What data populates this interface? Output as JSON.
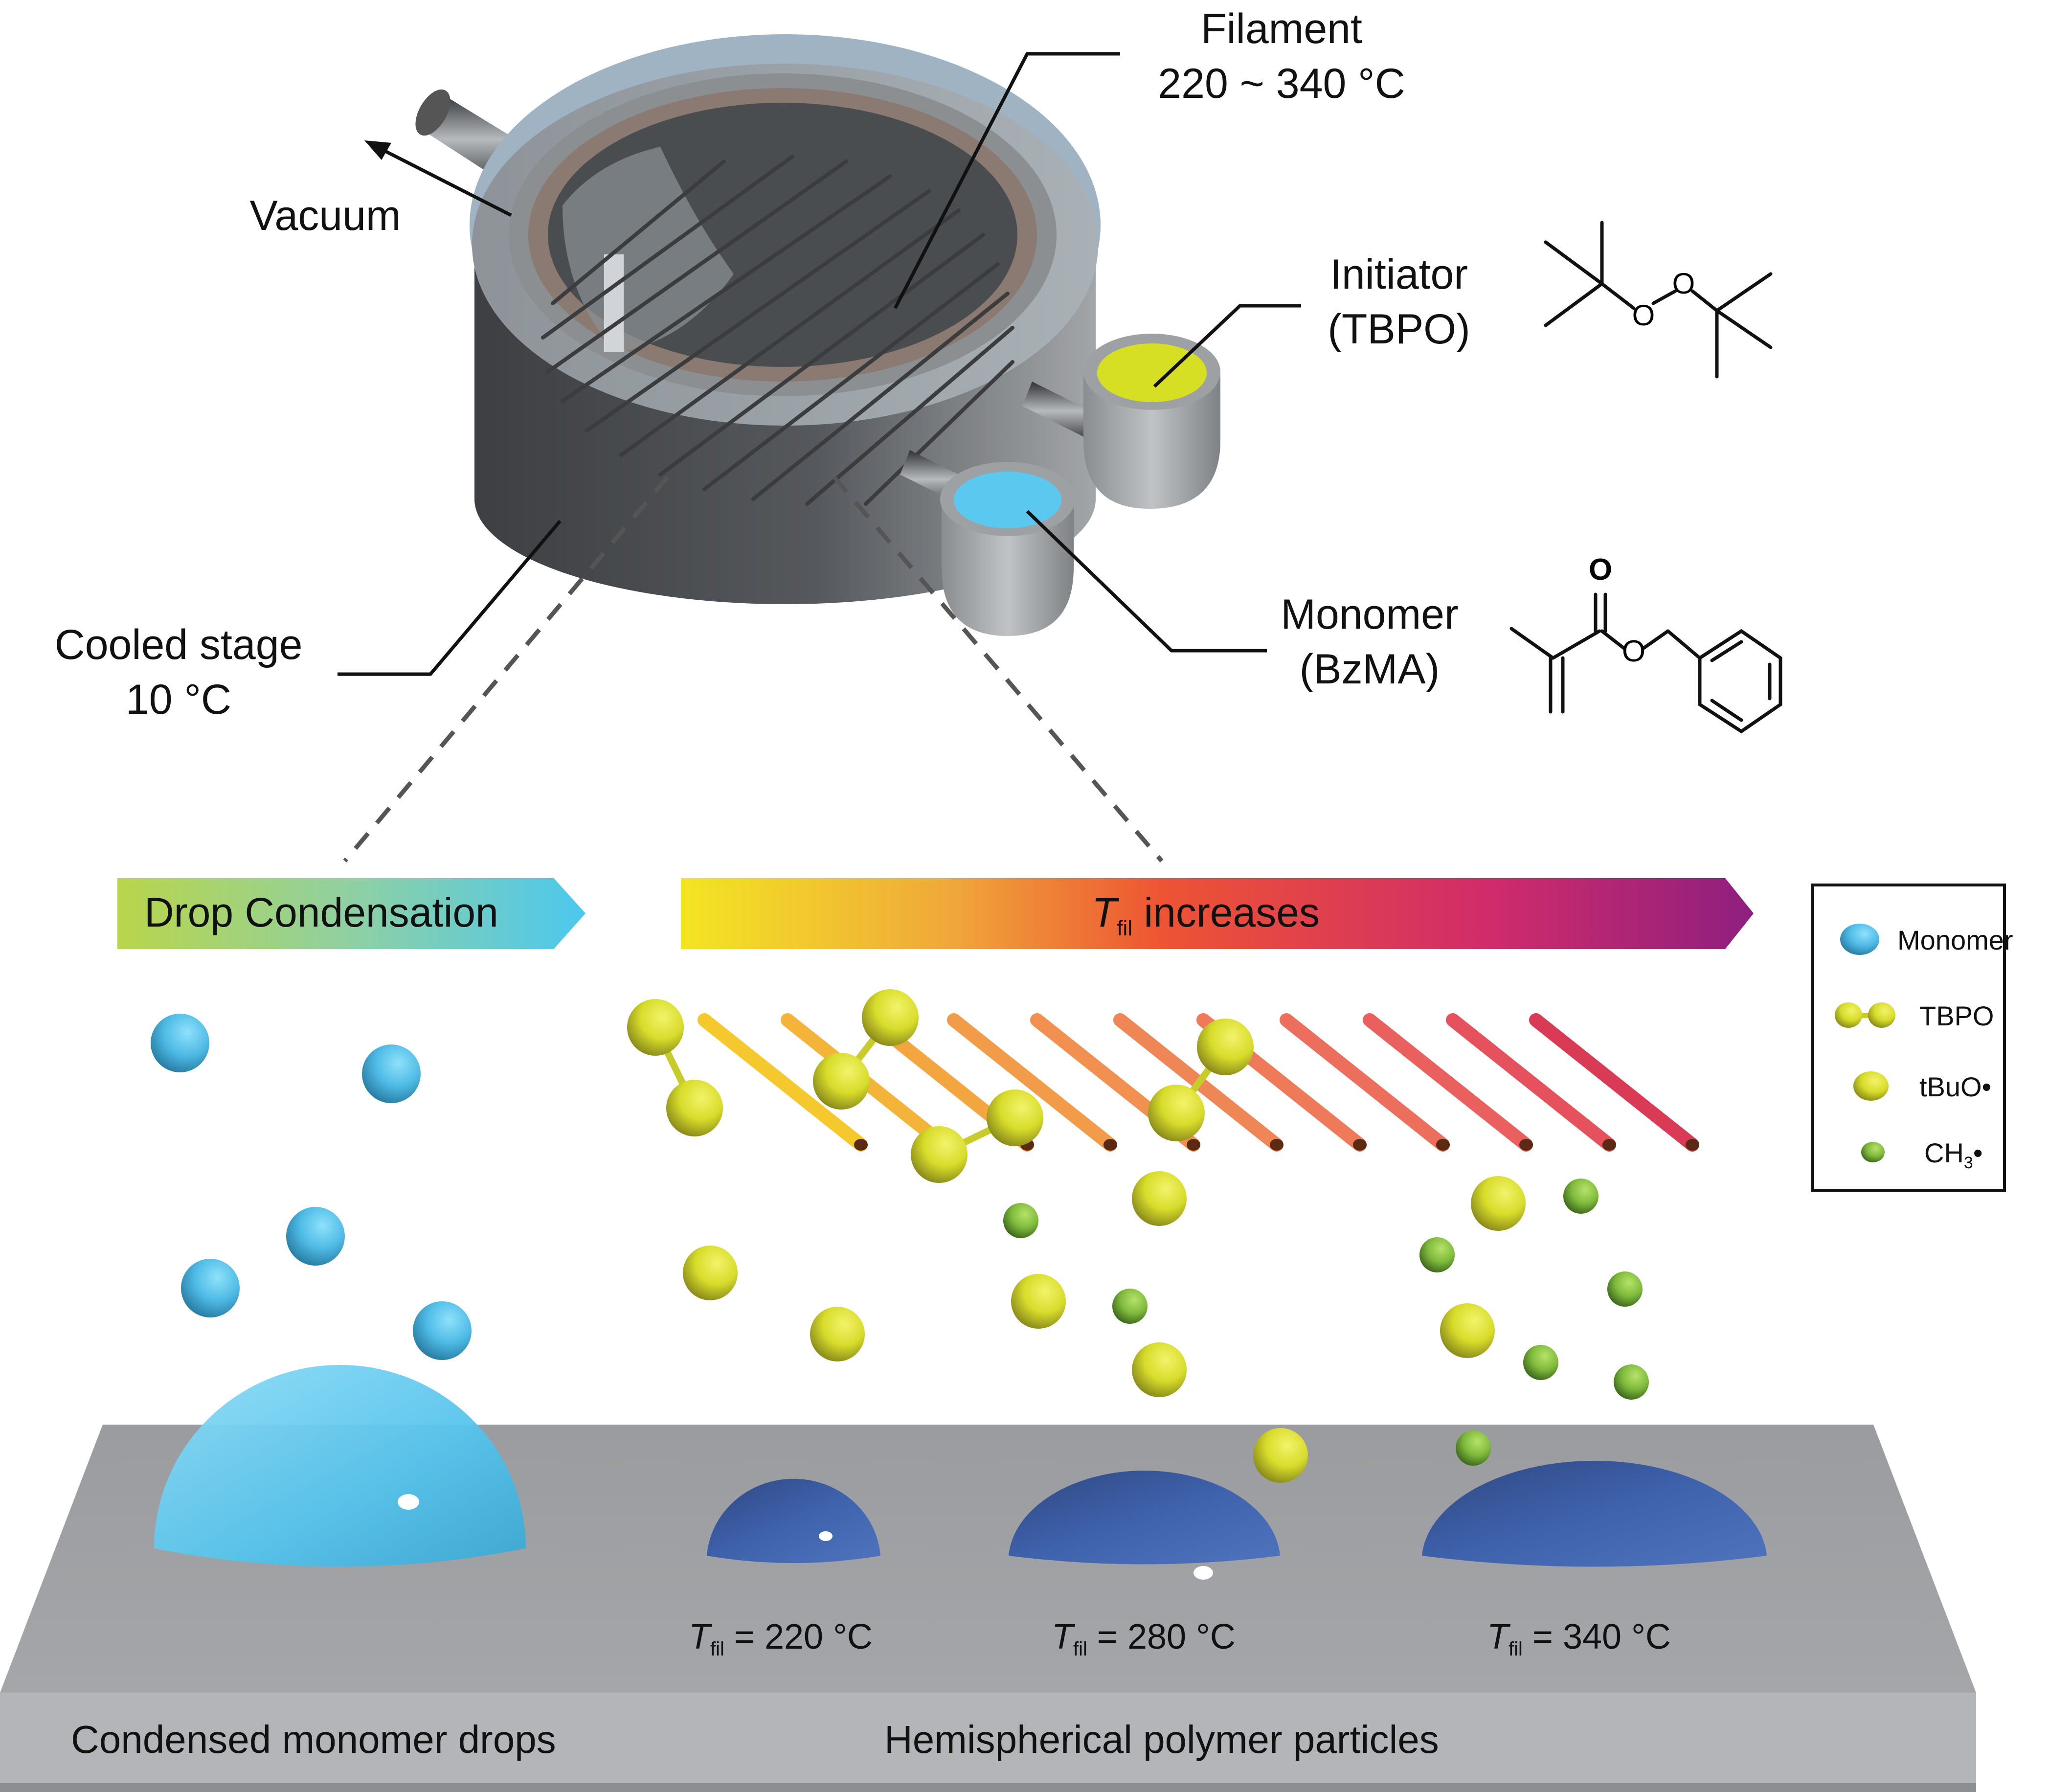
{
  "figure": {
    "reactor": {
      "filament_label": "Filament",
      "filament_temp": "220 ~ 340 °C",
      "vacuum_label": "Vacuum",
      "initiator_label": "Initiator",
      "initiator_abbr": "(TBPO)",
      "monomer_label": "Monomer",
      "monomer_abbr": "(BzMA)",
      "stage_label": "Cooled stage",
      "stage_temp": "10 °C",
      "initiator_color": "#d6df23",
      "monomer_color": "#5bc8f0"
    },
    "chemistry": {
      "tbpo_atoms": [
        "O",
        "O"
      ],
      "bzma_atoms": [
        "O",
        "O"
      ]
    },
    "process_arrows": {
      "drop_condensation": "Drop Condensation",
      "tfil_symbol": "T",
      "tfil_subscript": "fil",
      "tfil_text": "increases",
      "drop_gradient": [
        "#b9d54a",
        "#4cc8ee"
      ],
      "tfil_gradient": [
        "#f3e523",
        "#f0a83a",
        "#ed5433",
        "#d12c6a",
        "#8e1f7f"
      ]
    },
    "legend": {
      "items": [
        {
          "label": "Monomer",
          "color": "#4fb9e3"
        },
        {
          "label": "TBPO",
          "color": "#dadf2a"
        },
        {
          "label": "tBuO•",
          "color": "#dadf2a"
        },
        {
          "label": "CH",
          "subscript": "3",
          "suffix": "•",
          "color": "#7fba3c"
        }
      ]
    },
    "particles": {
      "temps": [
        {
          "symbol": "T",
          "sub": "fil",
          "value": "= 220 °C"
        },
        {
          "symbol": "T",
          "sub": "fil",
          "value": "= 280 °C"
        },
        {
          "symbol": "T",
          "sub": "fil",
          "value": "= 340 °C"
        }
      ],
      "polymer_color": "#3f62ad",
      "drop_color": "#5cc8ef"
    },
    "stage_labels": {
      "left": "Condensed monomer drops",
      "right": "Hemispherical polymer particles"
    }
  }
}
